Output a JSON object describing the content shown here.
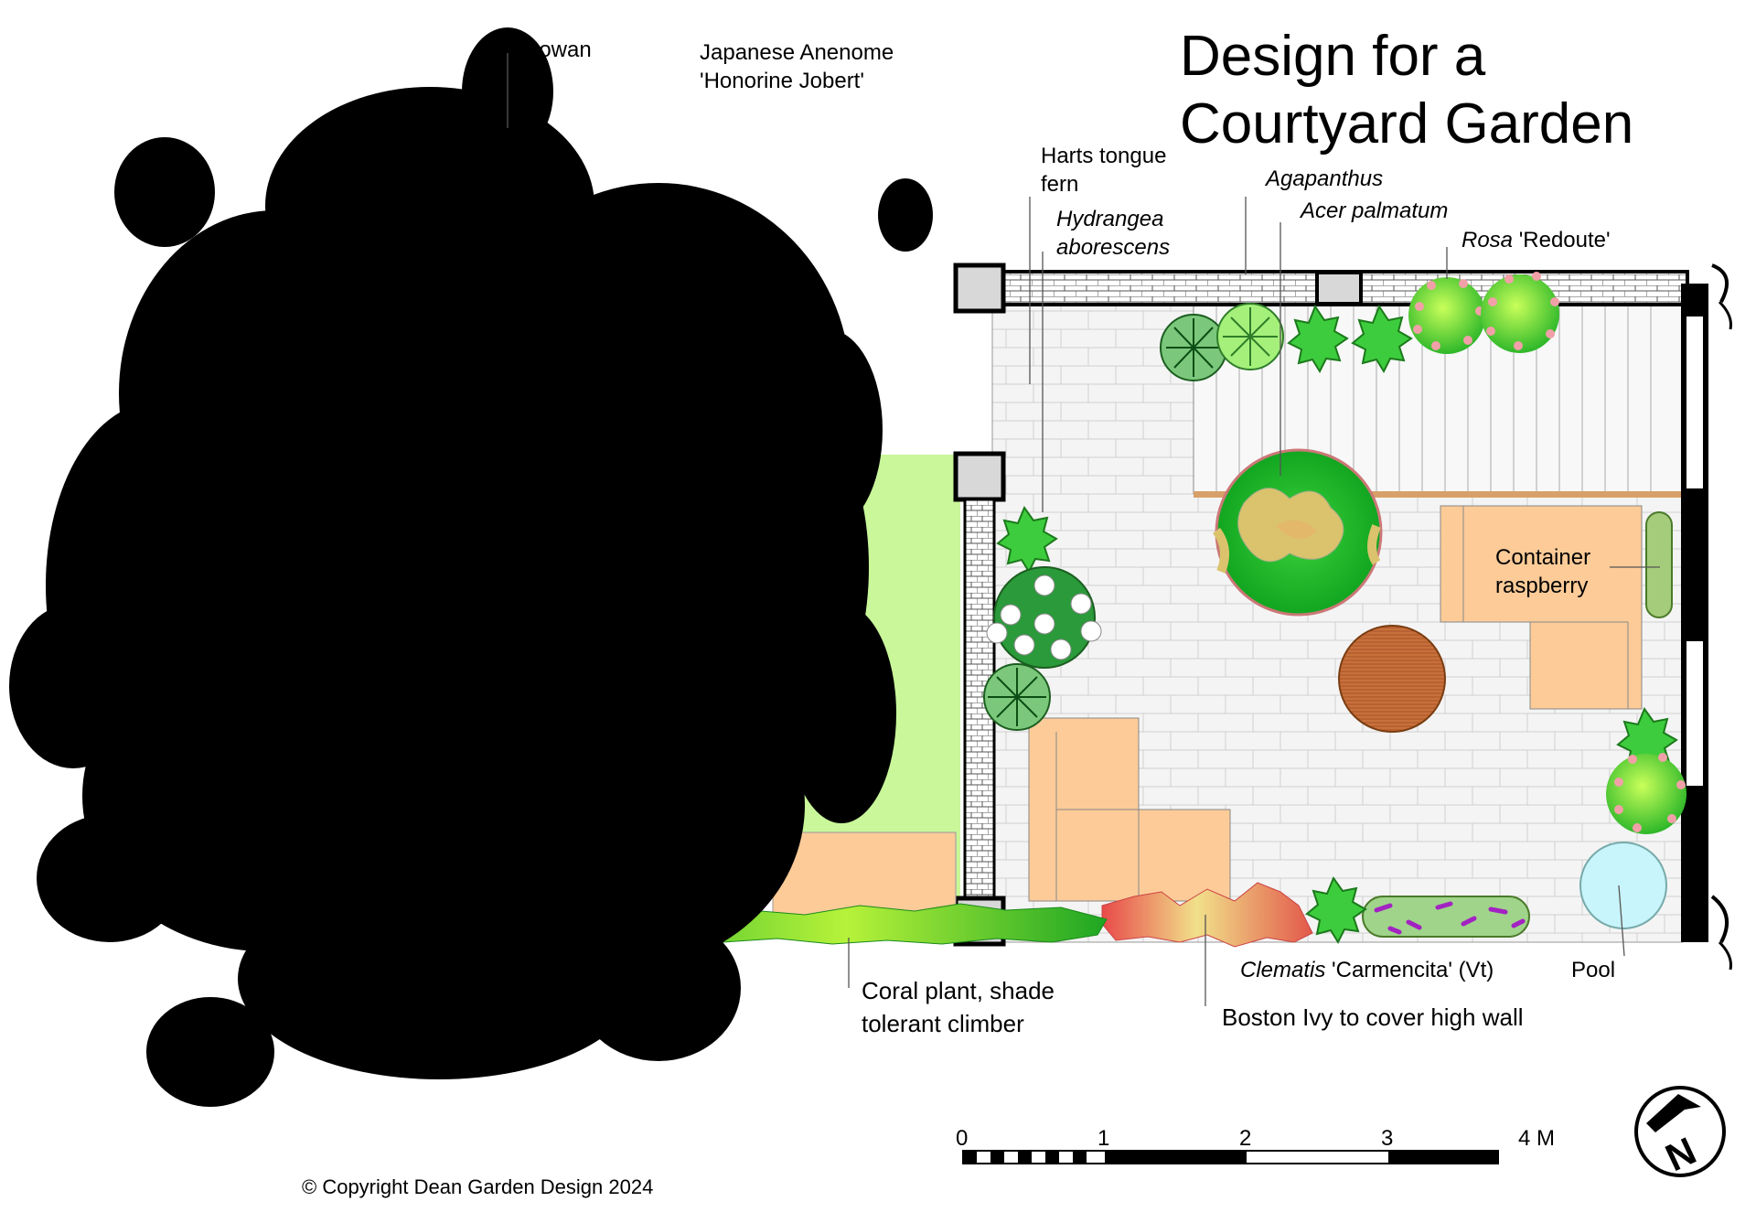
{
  "title": {
    "line1": "Design for a",
    "line2": "Courtyard  Garden"
  },
  "labels": {
    "rowan": "Rowan",
    "anemone_line1": "Japanese Anenome",
    "anemone_line2": "'Honorine Jobert'",
    "harts_line1": "Harts tongue",
    "harts_line2": "fern",
    "hydrangea_line1": "Hydrangea",
    "hydrangea_line2": "aborescens",
    "agapanthus": "Agapanthus",
    "acer": "Acer palmatum",
    "rosa_italic": "Rosa",
    "rosa_rest": " 'Redoute'",
    "container_line1": "Container",
    "container_line2": "raspberry",
    "clematis_italic": "Clematis",
    "clematis_rest": " 'Carmencita' (Vt)",
    "pool": "Pool",
    "coral_line1": "Coral plant, shade",
    "coral_line2": "tolerant climber",
    "boston_ivy": "Boston Ivy to cover high wall"
  },
  "scale_bar": {
    "ticks": [
      "0",
      "1",
      "2",
      "3",
      "4 M"
    ]
  },
  "compass": {
    "letter": "N"
  },
  "copyright": "© Copyright Dean Garden Design 2024",
  "colors": {
    "paving": "#f4f4f4",
    "lawn": "#c9f79a",
    "seating": "#fccb98",
    "table": "#c8703a",
    "pool": "#c8f4fb",
    "rose_green": "#8fe63a",
    "rose_pink": "#f2a0a8",
    "tree_canopy": "#000000"
  }
}
